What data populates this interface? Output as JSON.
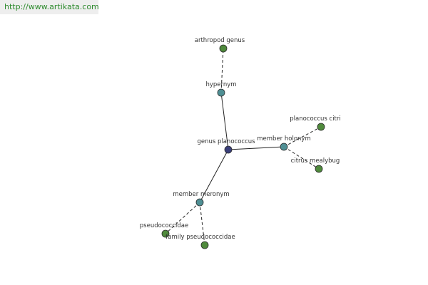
{
  "watermark": {
    "text": "http://www.artikata.com"
  },
  "graph": {
    "colors": {
      "root": "#3a3f7a",
      "relation": "#4f8f94",
      "leaf": "#4f8a3c",
      "watermark": "#2e8b2e"
    },
    "nodes": [
      {
        "id": "root",
        "label": "genus planococcus",
        "kind": "root"
      },
      {
        "id": "hypernym",
        "label": "hypernym",
        "kind": "relation"
      },
      {
        "id": "arthropod",
        "label": "arthropod genus",
        "kind": "leaf"
      },
      {
        "id": "holonym",
        "label": "member holonym",
        "kind": "relation"
      },
      {
        "id": "citri",
        "label": "planococcus citri",
        "kind": "leaf"
      },
      {
        "id": "mealybug",
        "label": "citrus mealybug",
        "kind": "leaf"
      },
      {
        "id": "meronym",
        "label": "member meronym",
        "kind": "relation"
      },
      {
        "id": "pseudococcidae",
        "label": "pseudococcidae",
        "kind": "leaf"
      },
      {
        "id": "family",
        "label": "family pseudococcidae",
        "kind": "leaf"
      }
    ],
    "edges": [
      {
        "from": "root",
        "to": "hypernym",
        "style": "solid"
      },
      {
        "from": "root",
        "to": "holonym",
        "style": "solid"
      },
      {
        "from": "root",
        "to": "meronym",
        "style": "solid"
      },
      {
        "from": "hypernym",
        "to": "arthropod",
        "style": "dashed"
      },
      {
        "from": "holonym",
        "to": "citri",
        "style": "dashed"
      },
      {
        "from": "holonym",
        "to": "mealybug",
        "style": "dashed"
      },
      {
        "from": "meronym",
        "to": "pseudococcidae",
        "style": "dashed"
      },
      {
        "from": "meronym",
        "to": "family",
        "style": "dashed"
      }
    ]
  }
}
